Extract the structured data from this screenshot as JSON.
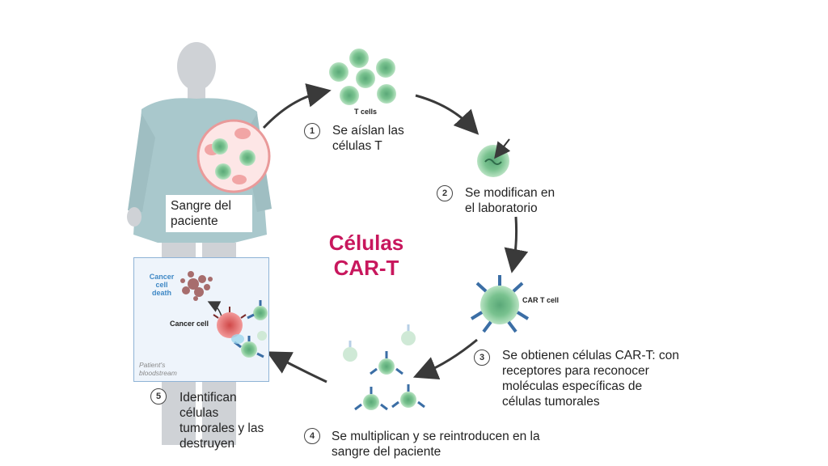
{
  "title": {
    "line1": "Células",
    "line2": "CAR-T"
  },
  "patient_label": {
    "line1": "Sangre del",
    "line2": "paciente"
  },
  "steps": [
    {
      "num": "1",
      "line1": "Se aíslan las",
      "line2": "células T"
    },
    {
      "num": "2",
      "line1": "Se modifican en",
      "line2": "el laboratorio"
    },
    {
      "num": "3",
      "line1": "Se obtienen células CAR-T: con",
      "line2": "receptores para reconocer",
      "line3": "moléculas específicas de",
      "line4": "células tumorales"
    },
    {
      "num": "4",
      "line1": "Se multiplican y se reintroducen en la",
      "line2": "sangre del paciente"
    },
    {
      "num": "5",
      "line1": "Identifican",
      "line2": "células",
      "line3": "tumorales y las",
      "line4": "destruyen"
    }
  ],
  "labels": {
    "t_cells": "T cells",
    "car_t_cell": "CAR T cell",
    "cancer_cell": "Cancer cell",
    "cancer_cell_death_1": "Cancer",
    "cancer_cell_death_2": "cell",
    "cancer_cell_death_3": "death",
    "bloodstream_1": "Patient's",
    "bloodstream_2": "bloodstream"
  },
  "colors": {
    "title": "#c8175d",
    "t_cell": "#8fcf9f",
    "t_cell_core": "#4fa070",
    "receptor": "#3b6ea5",
    "cancer_cell": "#e88080",
    "body": "#cfd2d6",
    "gown": "#9fc2c8"
  }
}
